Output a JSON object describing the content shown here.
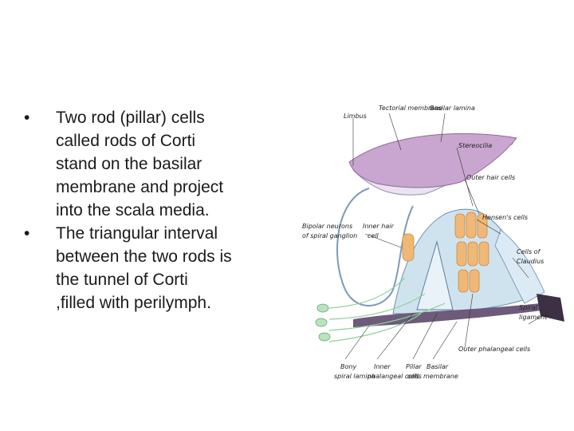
{
  "bullets": [
    {
      "marker": "•",
      "lines": [
        "Two rod (pillar) cells",
        "called rods of Corti",
        "stand on the basilar",
        "membrane and project",
        "into the scala media."
      ]
    },
    {
      "marker": "•",
      "lines": [
        "The triangular interval",
        "between the two rods is",
        "the tunnel of Corti",
        ",filled with perilymph."
      ]
    }
  ],
  "diagram": {
    "labels": {
      "limbus": "Limbus",
      "tectorial_membrane": "Tectorial membrane",
      "basilar_lamina_top": "Basilar lamina",
      "stereocilia": "Stereocilia",
      "outer_hair_cells": "Outer hair cells",
      "bipolar_neurons_1": "Bipolar neurons",
      "bipolar_neurons_2": "of spiral ganglion",
      "inner_hair_cell_1": "Inner hair",
      "inner_hair_cell_2": "cell",
      "hensens_cells": "Hensen's cells",
      "cells_of_claudius_1": "Cells of",
      "cells_of_claudius_2": "Claudius",
      "spiral_ligament_1": "Spiral",
      "spiral_ligament_2": "ligament",
      "outer_phalangeal_cells": "Outer phalangeal cells",
      "bony_spiral_lamina_1": "Bony",
      "bony_spiral_lamina_2": "spiral lamina",
      "inner_phalangeal_cells_1": "Inner",
      "inner_phalangeal_cells_2": "phalangeal cells",
      "pillar_cells_1": "Pillar",
      "pillar_cells_2": "cells",
      "basilar_membrane_1": "Basilar",
      "basilar_membrane_2": "membrane"
    },
    "colors": {
      "tectorial": "#c9a6cf",
      "limbus": "#e9e4ef",
      "hair_cells": "#f0b877",
      "support_cells": "#cfe3ef",
      "nerve_fibers": "#8fd19a",
      "basilar": "#6e5a7a"
    }
  }
}
